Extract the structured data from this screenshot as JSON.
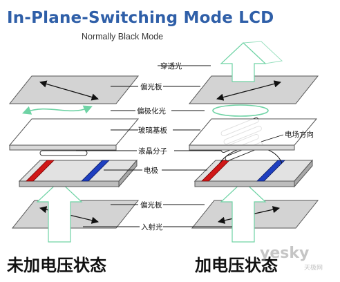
{
  "header": {
    "title": "In-Plane-Switching Mode LCD",
    "subtitle": "Normally Black Mode"
  },
  "labels": {
    "light_out": "穿透光",
    "polarizer_top": "偏光板",
    "polarized_light": "偏极化光",
    "glass_substrate": "玻璃基板",
    "lc_molecules": "液晶分子",
    "electrode": "电极",
    "field_direction": "电场方向",
    "polarizer_bottom": "偏光板",
    "incident_light": "入射光"
  },
  "captions": {
    "left": "未加电压状态",
    "right": "加电压状态"
  },
  "watermark": {
    "brand": "yesky",
    "sub": "天极网"
  },
  "colors": {
    "title": "#2f5fa8",
    "arrow_fill": "#ffffff",
    "arrow_stroke": "#6fd3a5",
    "plate_fill": "#d3d3d3",
    "plate_stroke": "#555555",
    "electrode_red": "#d01818",
    "electrode_blue": "#1f3fc0"
  }
}
